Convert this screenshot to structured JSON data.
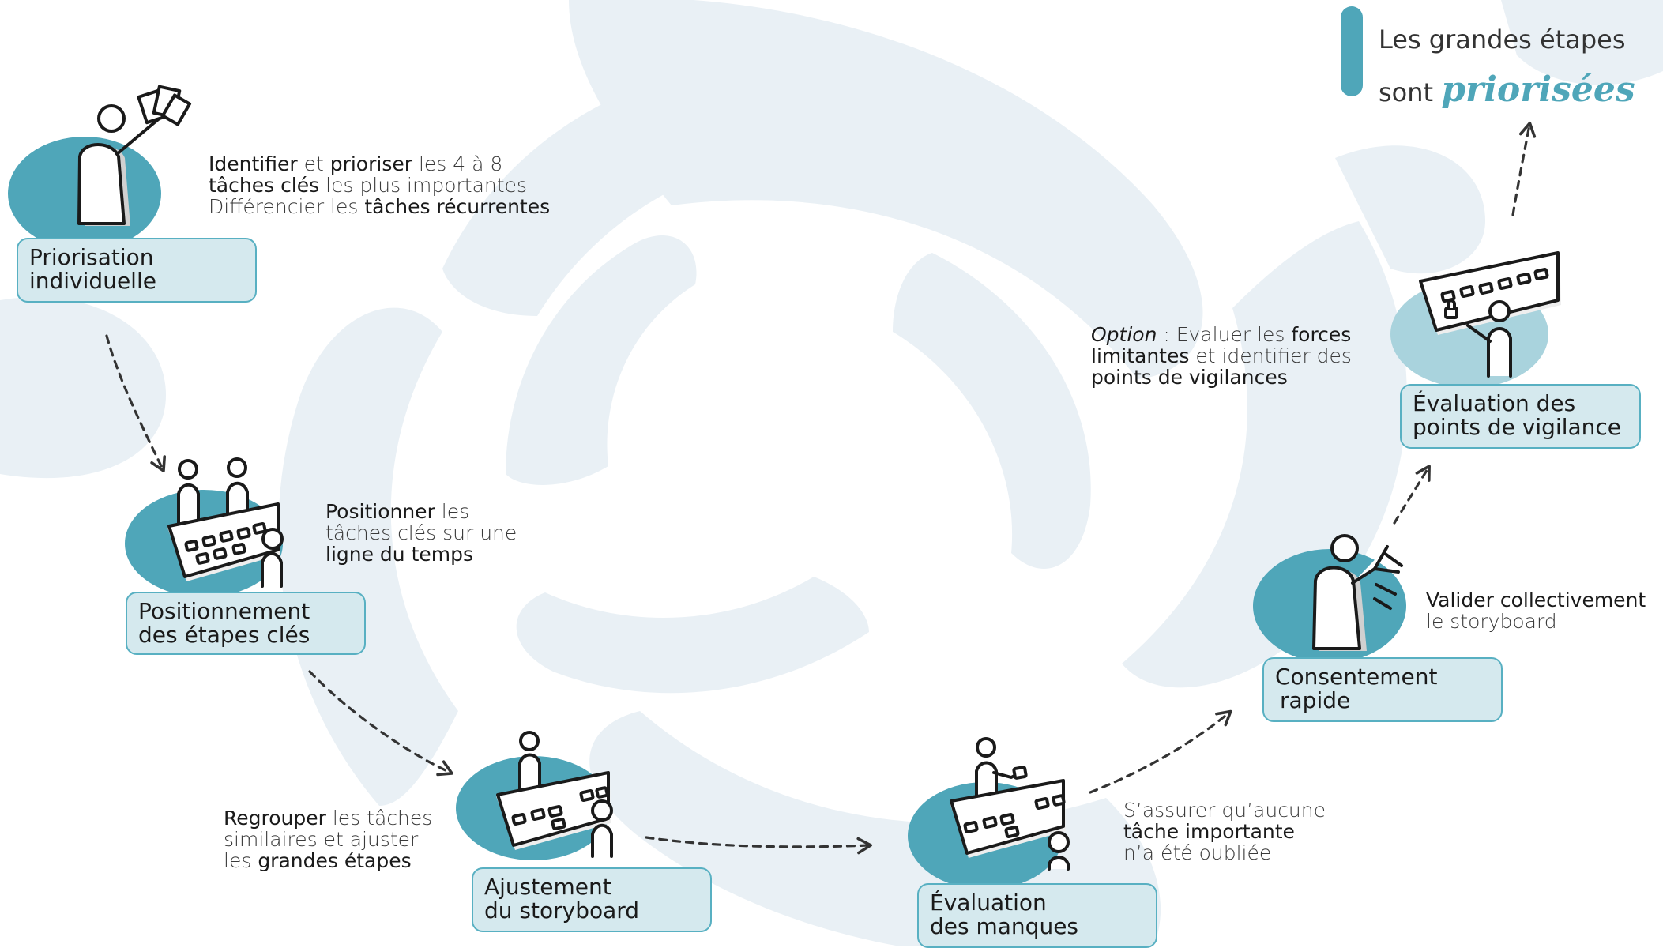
{
  "header": {
    "line1": "Les grandes étapes",
    "line2_prefix": "sont",
    "line2_accent": "priorisées"
  },
  "colors": {
    "accent": "#4fa6b9",
    "accent_light": "#a9d3dd",
    "label_fill": "#d5e9ee",
    "label_border": "#58b0c2",
    "watermark": "#e9f0f5"
  },
  "steps": [
    {
      "label_line1": "Priorisation",
      "label_line2": "individuelle",
      "icon": "person-holding-cards-icon"
    },
    {
      "label_line1": "Positionnement",
      "label_line2": "des étapes clés",
      "icon": "team-timeline-board-icon"
    },
    {
      "label_line1": "Ajustement",
      "label_line2": "du storyboard",
      "icon": "person-adjusting-board-icon"
    },
    {
      "label_line1": "Évaluation",
      "label_line2": "des manques",
      "icon": "person-adding-card-icon"
    },
    {
      "label_line1": "Consentement",
      "label_line2": "rapide",
      "icon": "person-raising-hand-icon"
    },
    {
      "label_line1": "Évaluation des",
      "label_line2": "points de vigilance",
      "icon": "person-checking-board-lock-icon"
    }
  ],
  "descriptions": {
    "d1": {
      "l1a": "Identifier",
      "l1b": " et ",
      "l1c": "prioriser",
      "l1d": " les 4 à 8",
      "l2a": "tâches clés",
      "l2b": " les plus importantes",
      "l3a": "Différencier les ",
      "l3b": "tâches récurrentes"
    },
    "d2": {
      "l1a": "Positionner",
      "l1b": " les",
      "l2": "tâches clés sur une",
      "l3a": "ligne du temps"
    },
    "d3": {
      "l1a": "Regrouper",
      "l1b": " les tâches",
      "l2": "similaires et ajuster",
      "l3a": "les ",
      "l3b": "grandes étapes"
    },
    "d4": {
      "l1": "S’assurer qu’aucune",
      "l2a": "tâche importante",
      "l3": "n’a été oubliée"
    },
    "d5": {
      "l1a": "Valider collectivement",
      "l2": "le storyboard"
    },
    "d6": {
      "l1a": "Option",
      "l1b": " : Evaluer les ",
      "l1c": "forces",
      "l2a": "limitantes",
      "l2b": " et identifier des",
      "l3a": "points de vigilances"
    }
  }
}
